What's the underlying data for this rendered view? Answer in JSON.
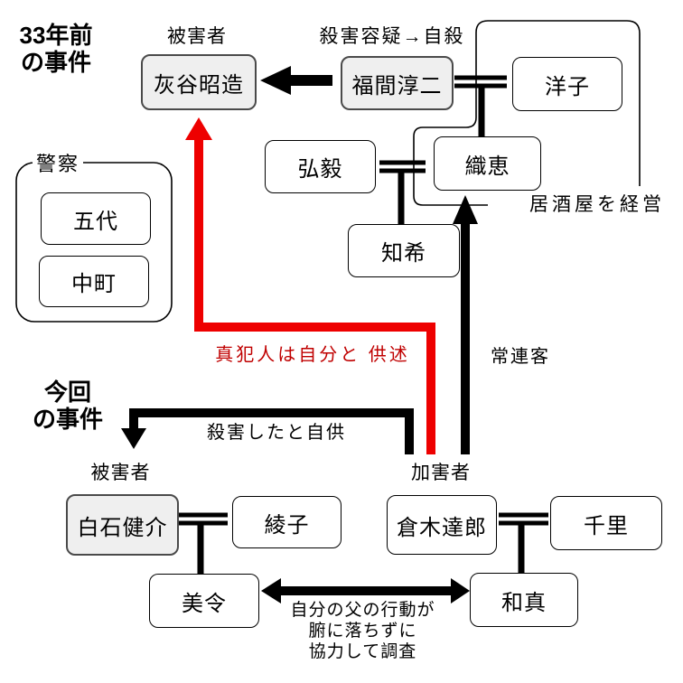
{
  "colors": {
    "red_arrow": "#ee0000",
    "red_text": "#c00000",
    "line_black": "#000000",
    "box_gray_fill": "#efefef",
    "box_gray_border": "#4a4a4a"
  },
  "titles": {
    "past_case": {
      "line1": "33年前",
      "line2": "の事件"
    },
    "current_case": {
      "line1": "今回",
      "line2": "の事件"
    }
  },
  "roles": {
    "victim_past": "被害者",
    "suspect_note": "殺害容疑→自殺",
    "victim_current": "被害者",
    "perpetrator": "加害者"
  },
  "groups": {
    "police_label": "警察",
    "izakaya_label": "居酒屋を経営"
  },
  "annotations": {
    "red_statement": "真犯人は自分と 供述",
    "regular_customer": "常連客",
    "confession": "殺害したと自供",
    "investigation": {
      "line1": "自分の父の行動が",
      "line2": "腑に落ちずに",
      "line3": "協力して調査"
    }
  },
  "people": {
    "haitani": "灰谷昭造",
    "fukuma": "福間淳二",
    "yoko": "洋子",
    "hiroki": "弘毅",
    "orie": "織恵",
    "tomoki": "知希",
    "godai": "五代",
    "nakamachi": "中町",
    "shiraishi": "白石健介",
    "ayako": "綾子",
    "mirei": "美令",
    "kuraki": "倉木達郎",
    "chisato": "千里",
    "kazuma": "和真"
  }
}
